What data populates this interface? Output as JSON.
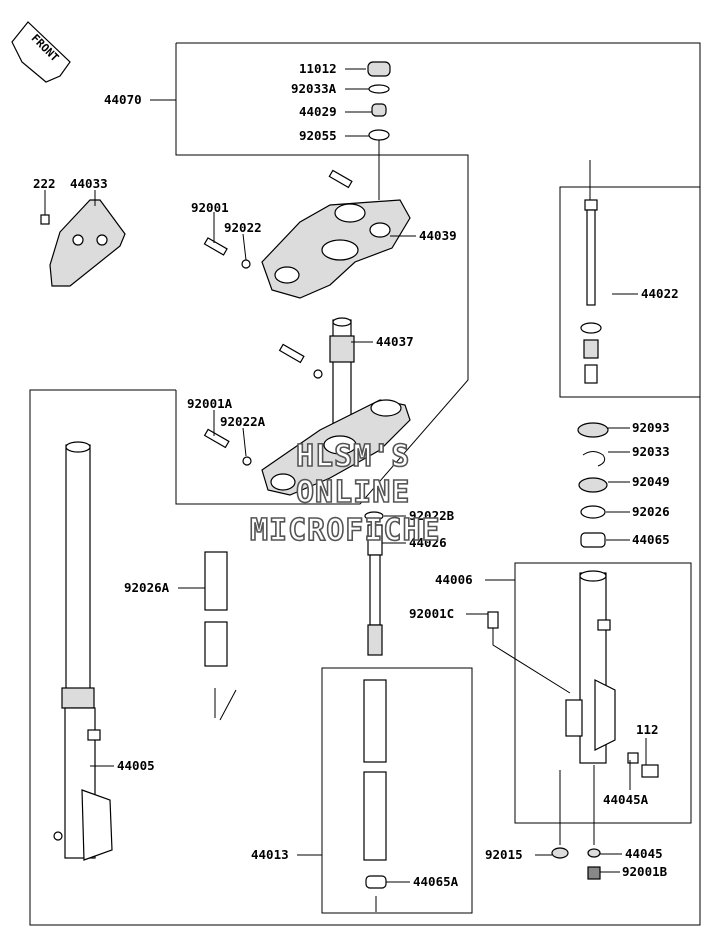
{
  "front_badge": "FRONT",
  "watermark": [
    "HLSM'S",
    "ONLINE",
    "MICROFICHE"
  ],
  "labels": {
    "p11012": "11012",
    "p92033A": "92033A",
    "p44029": "44029",
    "p92055": "92055",
    "p44070": "44070",
    "p222": "222",
    "p44033": "44033",
    "p92001": "92001",
    "p92022": "92022",
    "p44039": "44039",
    "p44022": "44022",
    "p44037": "44037",
    "p92001A": "92001A",
    "p92022A": "92022A",
    "p92093": "92093",
    "p92033": "92033",
    "p92049": "92049",
    "p92022B": "92022B",
    "p44026": "44026",
    "p92026": "92026",
    "p44065": "44065",
    "p92026A": "92026A",
    "p44006": "44006",
    "p92001C": "92001C",
    "p112": "112",
    "p44005": "44005",
    "p44045A": "44045A",
    "p44013": "44013",
    "p92015": "92015",
    "p44045": "44045",
    "p44065A": "44065A",
    "p92001B": "92001B"
  }
}
